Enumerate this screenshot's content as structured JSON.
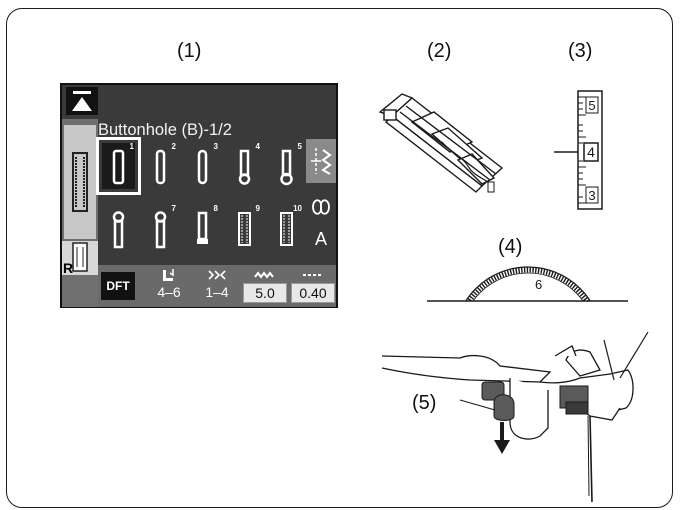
{
  "figure_labels": [
    "(1)",
    "(2)",
    "(3)",
    "(4)",
    "(5)"
  ],
  "lcd": {
    "title": "Buttonhole (B)-1/2",
    "stitch_numbers": [
      "1",
      "2",
      "3",
      "4",
      "5",
      "7",
      "8",
      "9",
      "10"
    ],
    "foot_letter": "R",
    "mode_letter": "A",
    "dft_label": "DFT",
    "params": [
      {
        "icon": "presser-foot-pressure-icon",
        "value": "4–6"
      },
      {
        "icon": "feed-dog-icon",
        "value": "1–4"
      },
      {
        "icon": "stitch-width-icon",
        "value": "5.0"
      },
      {
        "icon": "stitch-length-icon",
        "value": "0.40"
      }
    ]
  },
  "dial_number": "6",
  "scale_numbers": [
    "5",
    "4",
    "3"
  ]
}
